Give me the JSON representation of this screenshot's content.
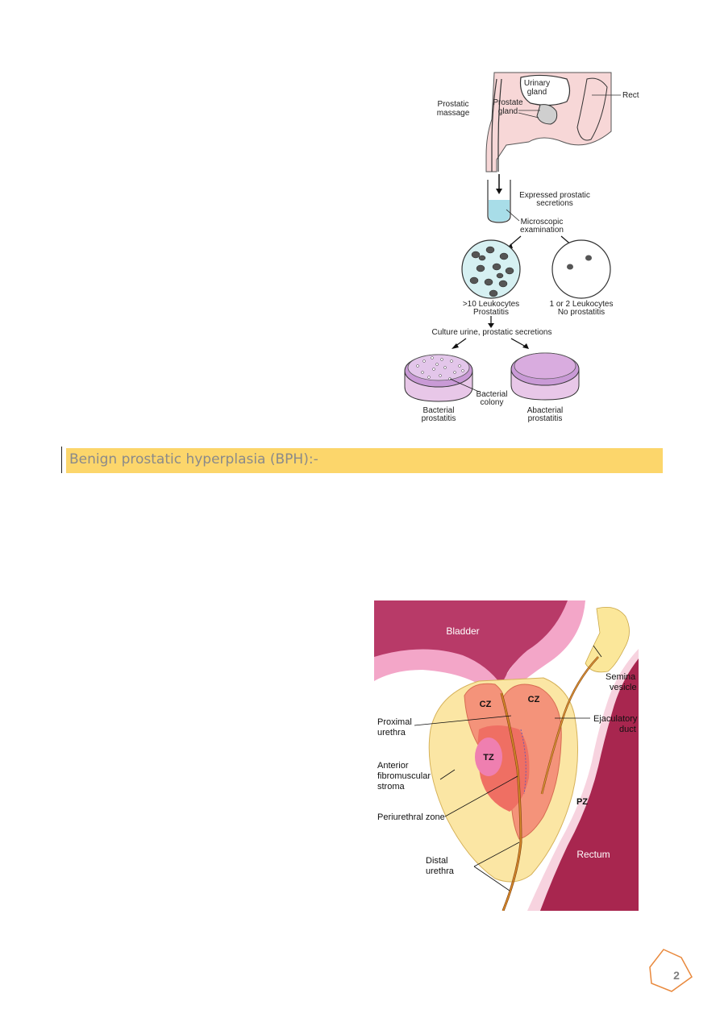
{
  "heading": {
    "text": "Benign prostatic hyperplasia (BPH):-"
  },
  "page_number": "2",
  "figure1": {
    "labels": {
      "urinary": "Urinary",
      "gland_line": "gland",
      "prostate": "Prostate",
      "prostate_gland": "gland",
      "rect": "Rect",
      "massage1": "Prostatic",
      "massage2": "massage",
      "expressed1": "Expressed prostatic",
      "expressed2": "secretions",
      "micro1": "Microscopic",
      "micro2": "examination",
      "leuk_many1": ">10 Leukocytes",
      "leuk_many2": "Prostatitis",
      "leuk_few1": "1 or 2 Leukocytes",
      "leuk_few2": "No prostatitis",
      "culture": "Culture urine, prostatic secretions",
      "colony1": "Bacterial",
      "colony2": "colony",
      "bact1": "Bacterial",
      "bact2": "prostatitis",
      "abact1": "Abacterial",
      "abact2": "prostatitis"
    }
  },
  "figure2": {
    "labels": {
      "bladder": "Bladder",
      "seminal1": "Semina",
      "seminal2": "vesicle",
      "cz_left": "CZ",
      "cz_right": "CZ",
      "proximal1": "Proximal",
      "proximal2": "urethra",
      "ejaculatory1": "Ejaculatory",
      "ejaculatory2": "duct",
      "anterior1": "Anterior",
      "anterior2": "fibromuscular",
      "anterior3": "stroma",
      "tz": "TZ",
      "pz": "PZ",
      "periurethral": "Periurethral zone",
      "rectum": "Rectum",
      "distal1": "Distal",
      "distal2": "urethra"
    }
  }
}
